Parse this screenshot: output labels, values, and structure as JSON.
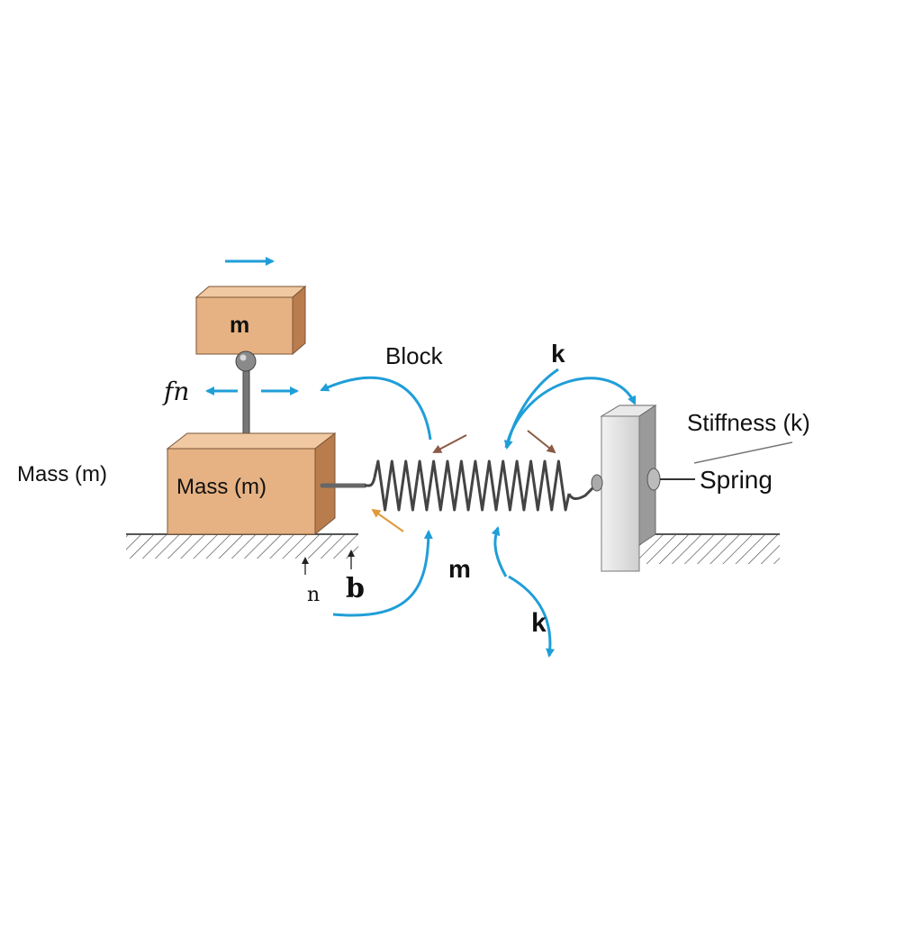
{
  "labels": {
    "top_block": "m",
    "force": "fn",
    "mass_left": "Mass (m)",
    "mass_block": "Mass (m)",
    "block": "Block",
    "k_top": "k",
    "stiffness": "Stiffness (k)",
    "spring": "Spring",
    "m_bottom": "m",
    "k_bottom": "k",
    "n": "n",
    "b": "b"
  },
  "colors": {
    "arrow_blue": "#1f9ed8",
    "arrow_brown": "#8a5a44",
    "arrow_orange": "#e09a3a",
    "block_face": "#e6b283",
    "block_side": "#b97d4d",
    "block_top": "#f0c9a2",
    "wall": "#d9d9d9",
    "spring": "#444444",
    "ground_hatch": "#555555"
  }
}
